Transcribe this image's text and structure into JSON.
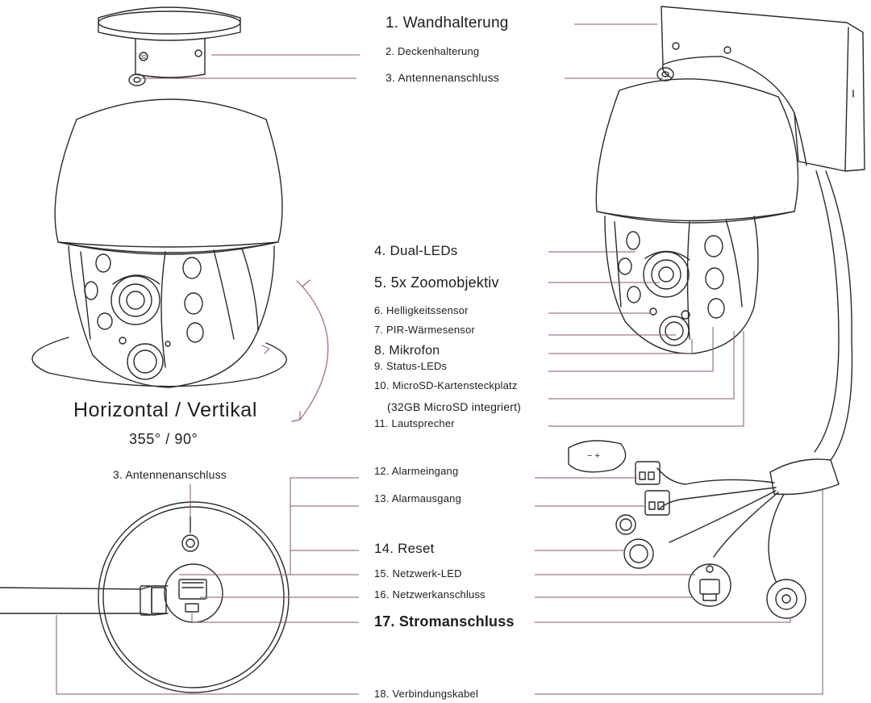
{
  "labels": {
    "l1": "1. Wandhalterung",
    "l2": "2. Deckenhalterung",
    "l3": "3. Antennenanschluss",
    "l4": "4. Dual-LEDs",
    "l5": "5. 5x Zoomobjektiv",
    "l6": "6. Helligkeitssensor",
    "l7": "7. PIR-Wärmesensor",
    "l8": "8. Mikrofon",
    "l9": "9. Status-LEDs",
    "l10": "10. MicroSD-Kartensteckplatz",
    "l10b": "(32GB MicroSD integriert)",
    "l11": "11. Lautsprecher",
    "l12": "12. Alarmeingang",
    "l13": "13. Alarmausgang",
    "l14": "14. Reset",
    "l15": "15. Netzwerk-LED",
    "l16": "16. Netzwerkanschluss",
    "l17": "17. Stromanschluss",
    "l18": "18. Verbindungskabel",
    "l3b": "3. Antennenanschluss"
  },
  "rotation": {
    "title": "Horizontal / Vertikal",
    "degrees": "355° / 90°"
  },
  "colors": {
    "line": "#8a5a5a",
    "drawing": "#2a2a2a",
    "accent_arrow": "#9b6a6a"
  }
}
